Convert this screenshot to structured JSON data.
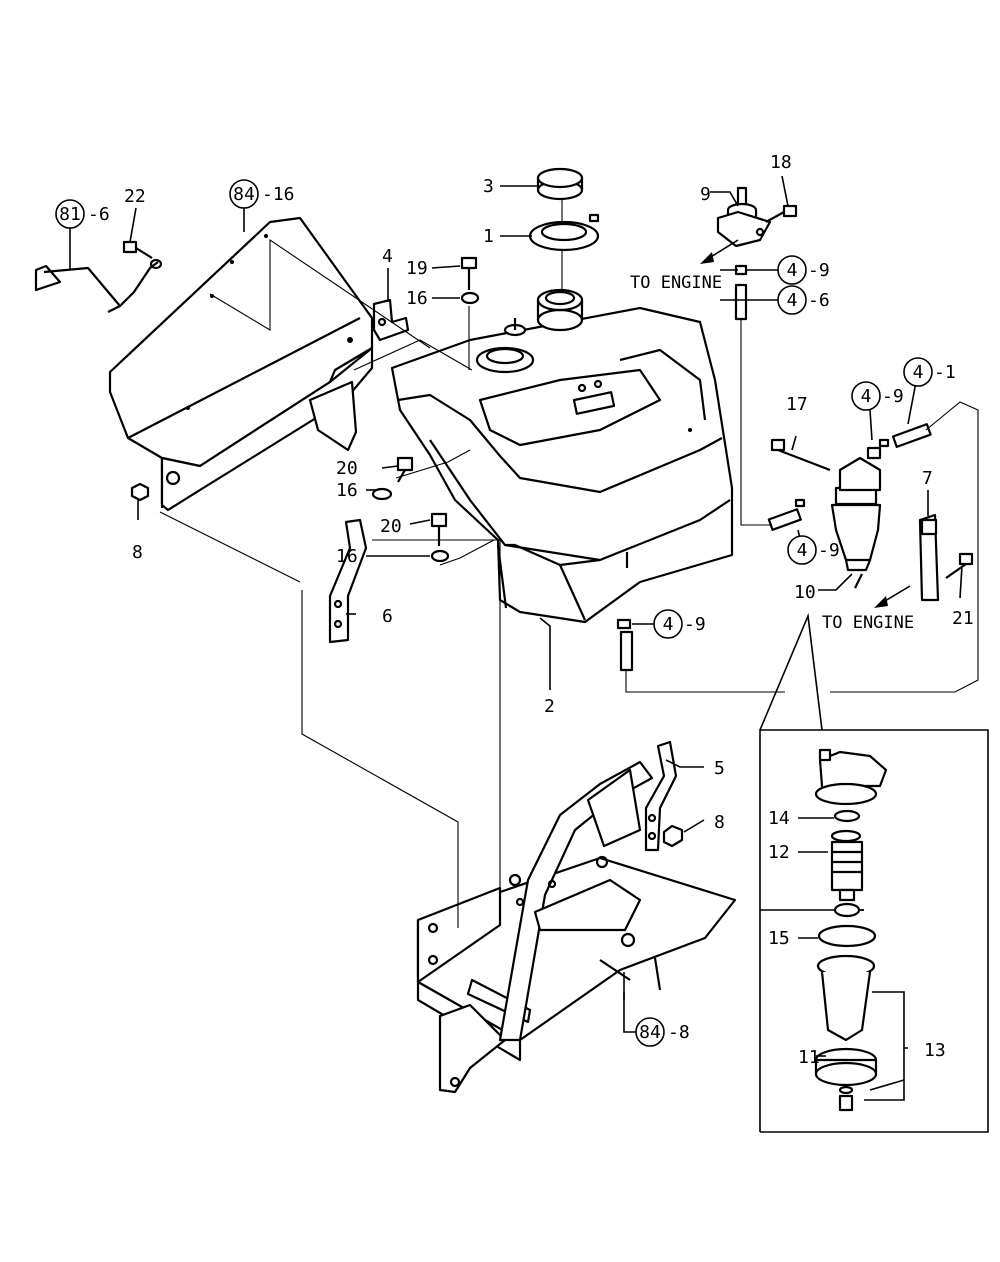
{
  "labels": {
    "p1": "1",
    "p2": "2",
    "p3": "3",
    "p4": "4",
    "p5": "5",
    "p6": "6",
    "p7": "7",
    "p8a": "8",
    "p8b": "8",
    "p9": "9",
    "p10": "10",
    "p11": "11",
    "p12": "12",
    "p13": "13",
    "p14": "14",
    "p15": "15",
    "p16a": "16",
    "p16b": "16",
    "p16c": "16",
    "p17": "17",
    "p18": "18",
    "p19": "19",
    "p20a": "20",
    "p20b": "20",
    "p21": "21",
    "p22": "22"
  },
  "refs": {
    "r81": {
      "circle": "81",
      "suffix": "-6"
    },
    "r84top": {
      "circle": "84",
      "suffix": "-16"
    },
    "r84bot": {
      "circle": "84",
      "suffix": "-8"
    },
    "r4_9a": {
      "circle": "4",
      "suffix": "-9"
    },
    "r4_6": {
      "circle": "4",
      "suffix": "-6"
    },
    "r4_9b": {
      "circle": "4",
      "suffix": "-9"
    },
    "r4_1": {
      "circle": "4",
      "suffix": "-1"
    },
    "r4_9c": {
      "circle": "4",
      "suffix": "-9"
    },
    "r4_9d": {
      "circle": "4",
      "suffix": "-9"
    }
  },
  "notes": {
    "to_engine_top": "TO ENGINE",
    "to_engine_bottom": "TO ENGINE"
  }
}
